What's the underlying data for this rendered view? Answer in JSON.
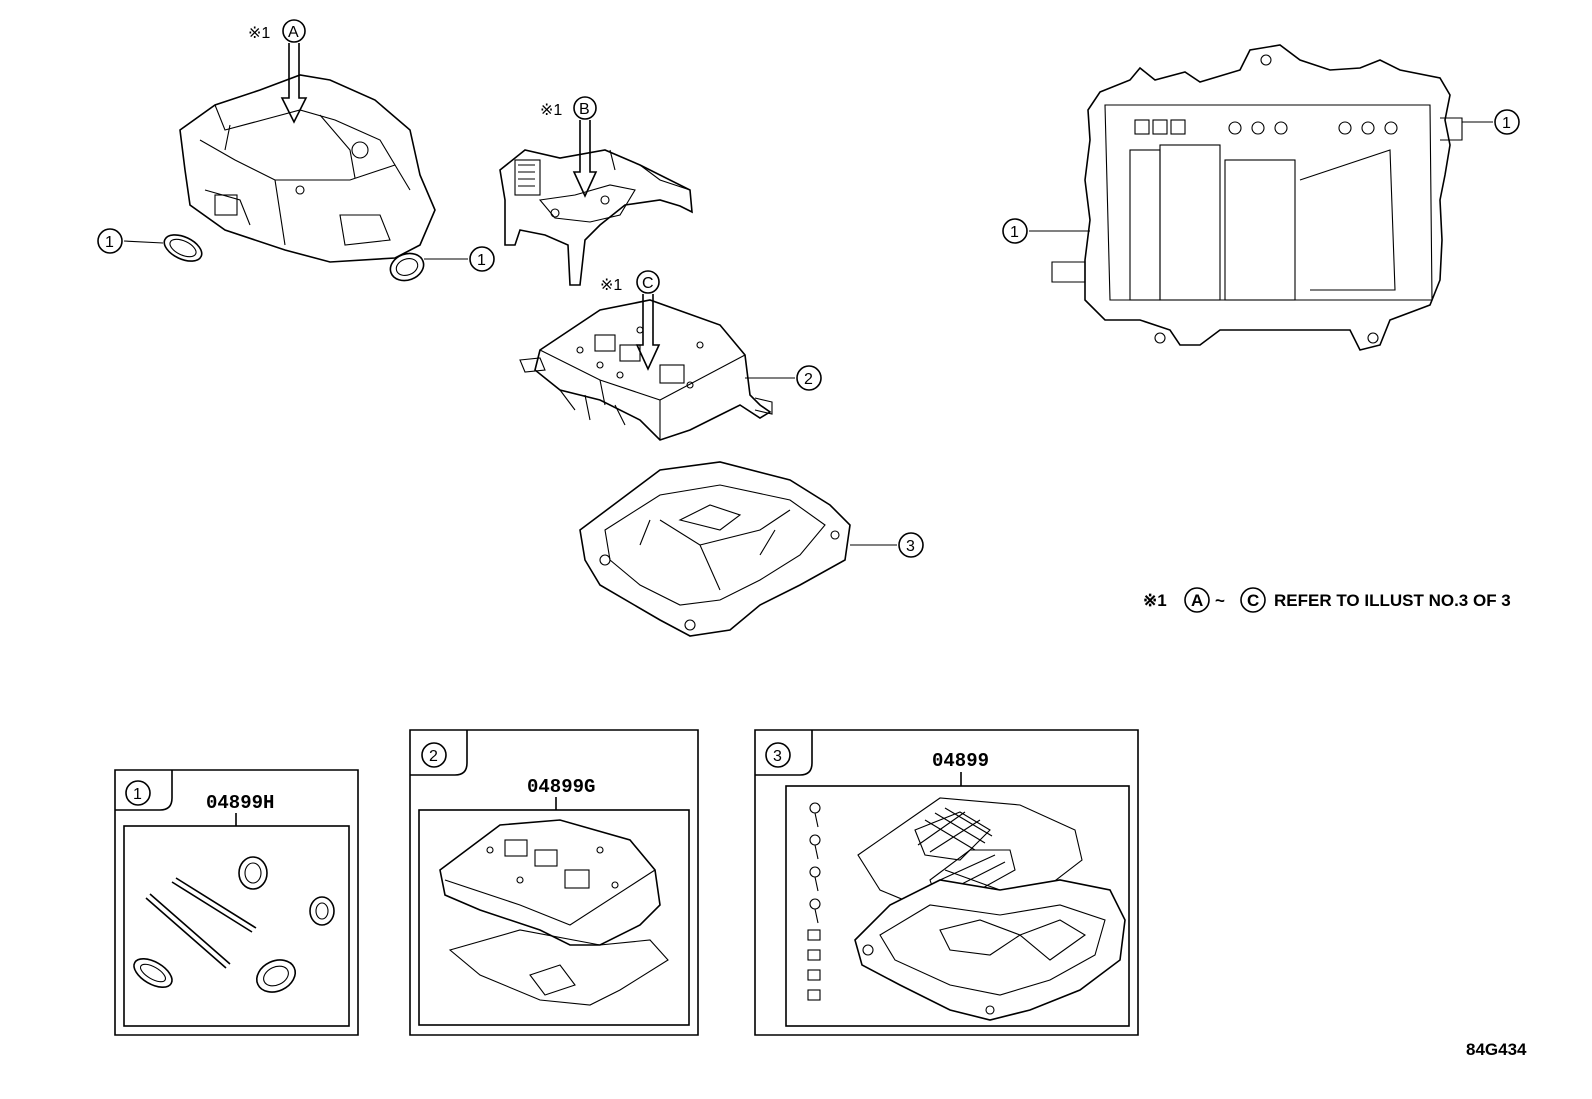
{
  "callouts": {
    "ref_mark": "※1",
    "ref_a": "A",
    "ref_b": "B",
    "ref_c": "C",
    "item_1": "1",
    "item_2": "2",
    "item_3": "3"
  },
  "note": {
    "mark": "※1",
    "from": "A",
    "tilde": "~",
    "to": "C",
    "text": "REFER TO ILLUST NO.3 OF 3"
  },
  "kits": [
    {
      "number": "1",
      "part_no": "04899H"
    },
    {
      "number": "2",
      "part_no": "04899G"
    },
    {
      "number": "3",
      "part_no": "04899"
    }
  ],
  "illustration_id": "84G434"
}
